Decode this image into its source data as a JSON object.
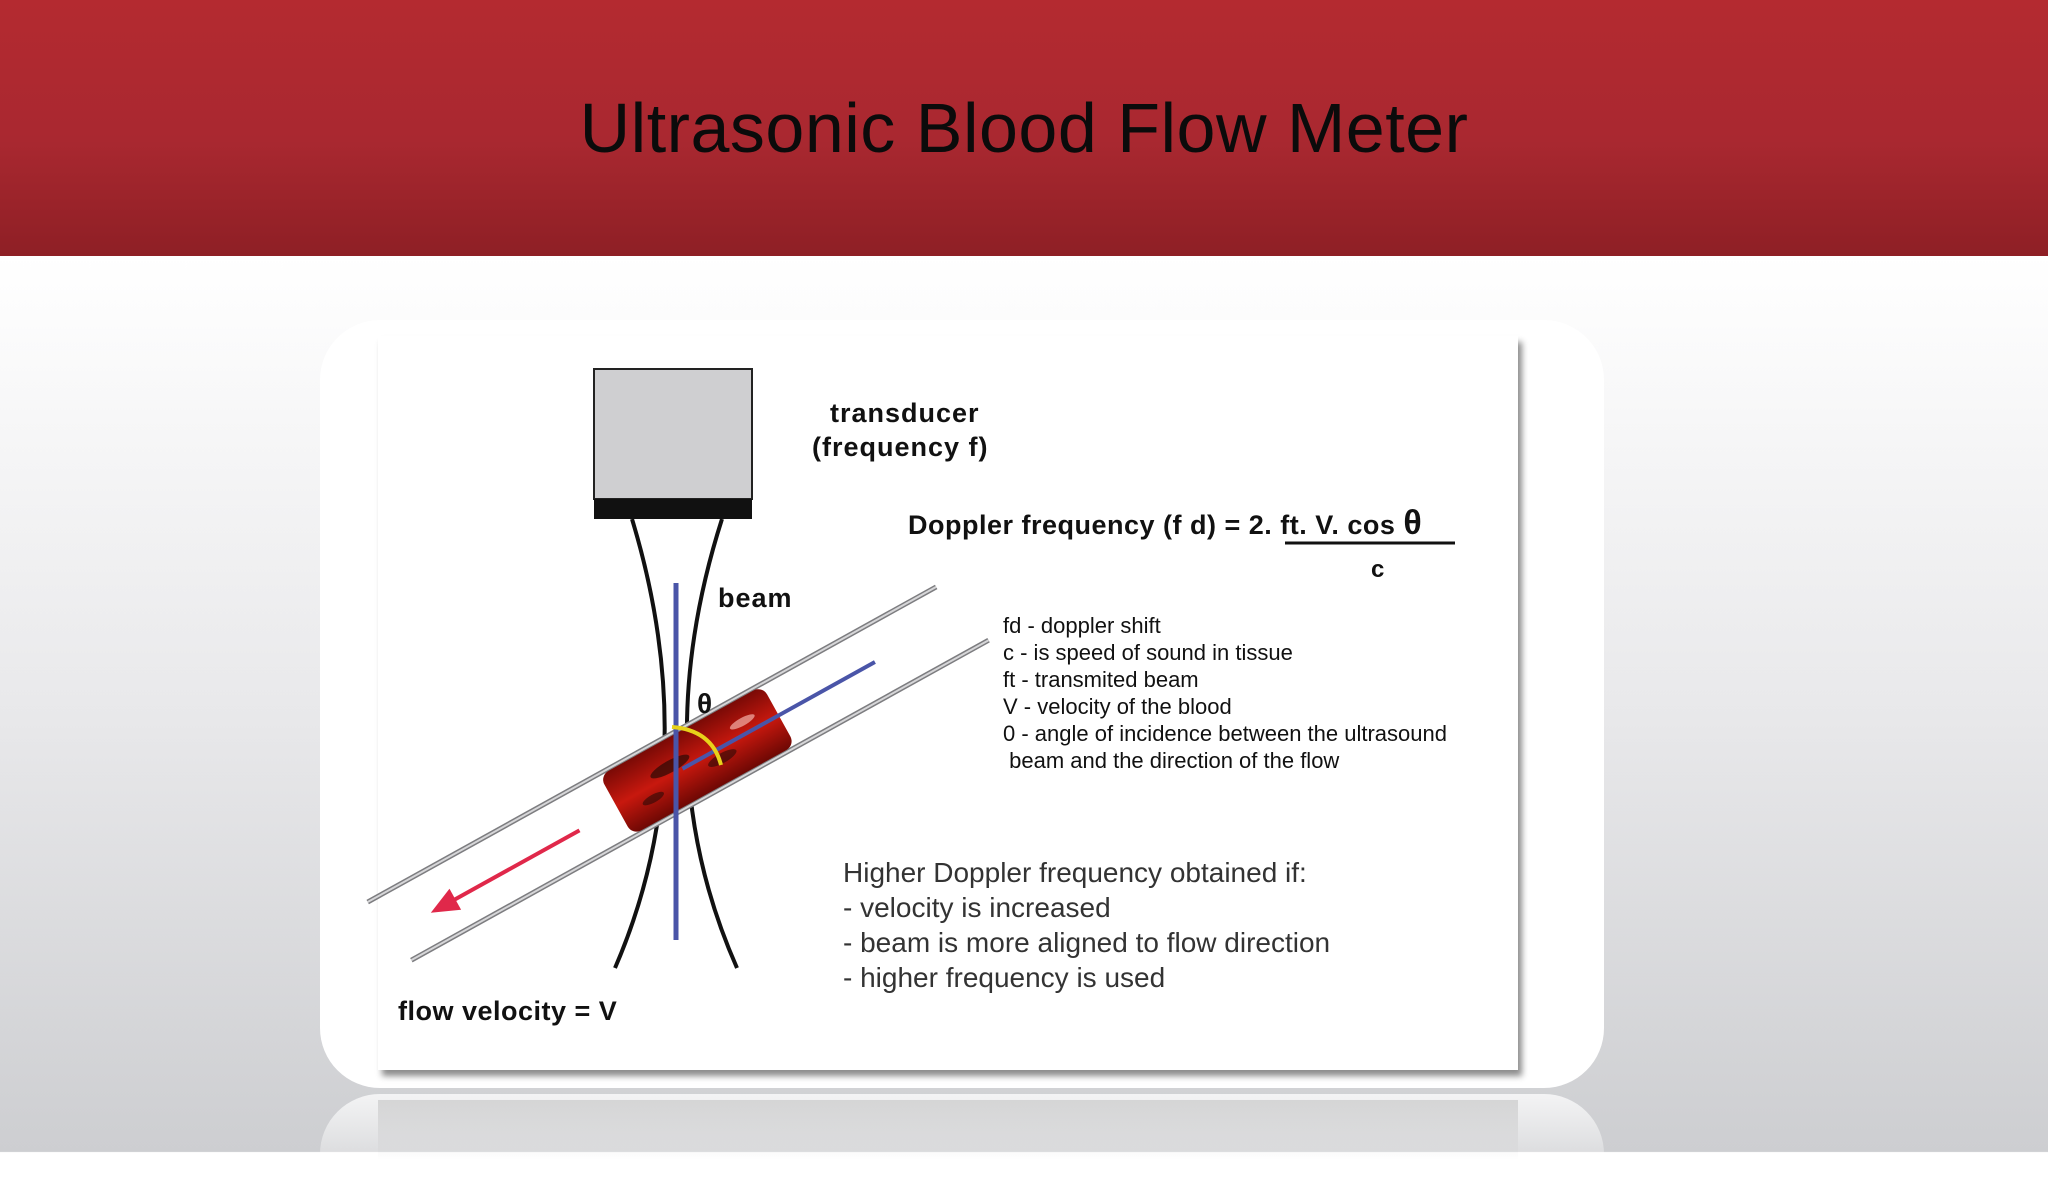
{
  "slide": {
    "title": "Ultrasonic Blood Flow Meter"
  },
  "diagram": {
    "transducer_label": "transducer",
    "frequency_label": "(frequency f)",
    "beam_label": "beam",
    "theta_label": "θ",
    "flow_label": "flow velocity = V",
    "equation": {
      "lhs": "Doppler frequency (f d) = 2. ft. V. cos",
      "theta": "θ",
      "denominator": "c"
    },
    "definitions": [
      "fd - doppler shift",
      "c - is speed of sound in tissue",
      "ft - transmited beam",
      "V - velocity of the blood",
      "0 - angle of incidence between the ultrasound",
      " beam and the direction of the flow"
    ],
    "higher_frequency": [
      "Higher Doppler frequency obtained if:",
      "- velocity is increased",
      "- beam is more aligned to flow direction",
      "- higher frequency is used"
    ]
  },
  "colors": {
    "header": "#b42a30",
    "blood": "#b3120c",
    "beam_axis": "#4a55a8",
    "arrow": "#e0284a",
    "angle_arc": "#e8d21a"
  }
}
